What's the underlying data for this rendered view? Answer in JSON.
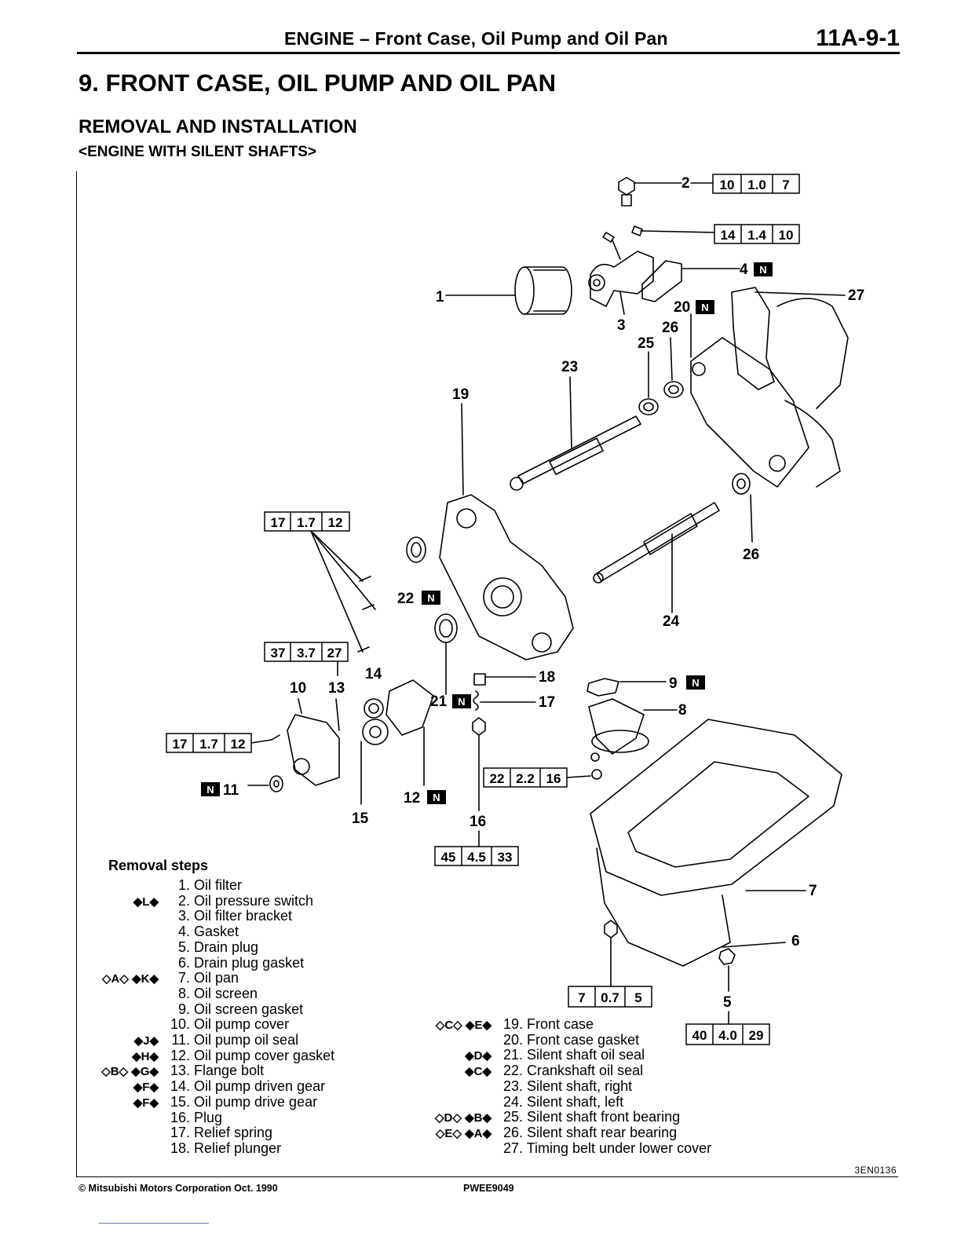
{
  "header": {
    "title": "ENGINE – Front Case, Oil Pump and Oil Pan",
    "page": "11A-9-1"
  },
  "section_title": "9. FRONT CASE, OIL PUMP AND OIL PAN",
  "subtitle": "REMOVAL AND INSTALLATION",
  "subsubtitle": "<ENGINE WITH SILENT SHAFTS>",
  "diagram": {
    "callouts": [
      "1",
      "2",
      "3",
      "4",
      "5",
      "6",
      "7",
      "8",
      "9",
      "10",
      "11",
      "12",
      "13",
      "14",
      "15",
      "16",
      "17",
      "18",
      "19",
      "20",
      "21",
      "22",
      "23",
      "24",
      "25",
      "26",
      "26",
      "27"
    ],
    "n_mark": "N",
    "torque_specs": [
      [
        "10",
        "1.0",
        "7"
      ],
      [
        "14",
        "1.4",
        "10"
      ],
      [
        "17",
        "1.7",
        "12"
      ],
      [
        "37",
        "3.7",
        "27"
      ],
      [
        "17",
        "1.7",
        "12"
      ],
      [
        "22",
        "2.2",
        "16"
      ],
      [
        "45",
        "4.5",
        "33"
      ],
      [
        "7",
        "0.7",
        "5"
      ],
      [
        "40",
        "4.0",
        "29"
      ]
    ]
  },
  "removal_steps": {
    "title": "Removal steps",
    "steps": [
      {
        "marks": "",
        "num": "1.",
        "label": "Oil filter"
      },
      {
        "marks": "◆L◆",
        "num": "2.",
        "label": "Oil pressure switch"
      },
      {
        "marks": "",
        "num": "3.",
        "label": "Oil filter bracket"
      },
      {
        "marks": "",
        "num": "4.",
        "label": "Gasket"
      },
      {
        "marks": "",
        "num": "5.",
        "label": "Drain plug"
      },
      {
        "marks": "",
        "num": "6.",
        "label": "Drain plug gasket"
      },
      {
        "marks": "◇A◇ ◆K◆",
        "num": "7.",
        "label": "Oil pan"
      },
      {
        "marks": "",
        "num": "8.",
        "label": "Oil screen"
      },
      {
        "marks": "",
        "num": "9.",
        "label": "Oil screen gasket"
      },
      {
        "marks": "",
        "num": "10.",
        "label": "Oil pump cover"
      },
      {
        "marks": "◆J◆",
        "num": "11.",
        "label": "Oil pump oil seal"
      },
      {
        "marks": "◆H◆",
        "num": "12.",
        "label": "Oil pump cover gasket"
      },
      {
        "marks": "◇B◇ ◆G◆",
        "num": "13.",
        "label": "Flange bolt"
      },
      {
        "marks": "◆F◆",
        "num": "14.",
        "label": "Oil pump driven gear"
      },
      {
        "marks": "◆F◆",
        "num": "15.",
        "label": "Oil pump drive gear"
      },
      {
        "marks": "",
        "num": "16.",
        "label": "Plug"
      },
      {
        "marks": "",
        "num": "17.",
        "label": "Relief spring"
      },
      {
        "marks": "",
        "num": "18.",
        "label": "Relief plunger"
      }
    ],
    "steps_right": [
      {
        "marks": "◇C◇ ◆E◆",
        "num": "19.",
        "label": "Front case"
      },
      {
        "marks": "",
        "num": "20.",
        "label": "Front case gasket"
      },
      {
        "marks": "◆D◆",
        "num": "21.",
        "label": "Silent shaft oil seal"
      },
      {
        "marks": "◆C◆",
        "num": "22.",
        "label": "Crankshaft oil seal"
      },
      {
        "marks": "",
        "num": "23.",
        "label": "Silent shaft, right"
      },
      {
        "marks": "",
        "num": "24.",
        "label": "Silent shaft, left"
      },
      {
        "marks": "◇D◇ ◆B◆",
        "num": "25.",
        "label": "Silent shaft front bearing"
      },
      {
        "marks": "◇E◇ ◆A◆",
        "num": "26.",
        "label": "Silent shaft rear bearing"
      },
      {
        "marks": "",
        "num": "27.",
        "label": "Timing belt under lower cover"
      }
    ]
  },
  "image_code": "3EN0136",
  "footer": {
    "copyright": "© Mitsubishi Motors Corporation  Oct. 1990",
    "pub_code": "PWEE9049"
  }
}
